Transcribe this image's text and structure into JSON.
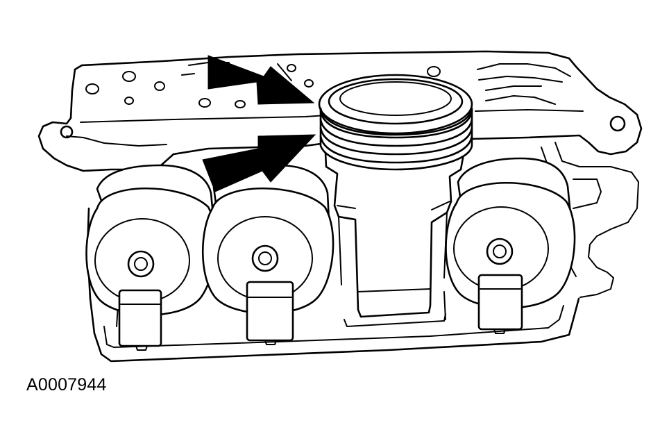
{
  "figure": {
    "id_label": "A0007944",
    "subject": "valve-body-solenoid-assembly",
    "callouts": [
      {
        "name": "upper-arrow",
        "points_to": "upper-seal-ring"
      },
      {
        "name": "lower-arrow",
        "points_to": "lower-seal-ring"
      }
    ]
  },
  "colors": {
    "line": "#000000",
    "background": "#ffffff"
  }
}
